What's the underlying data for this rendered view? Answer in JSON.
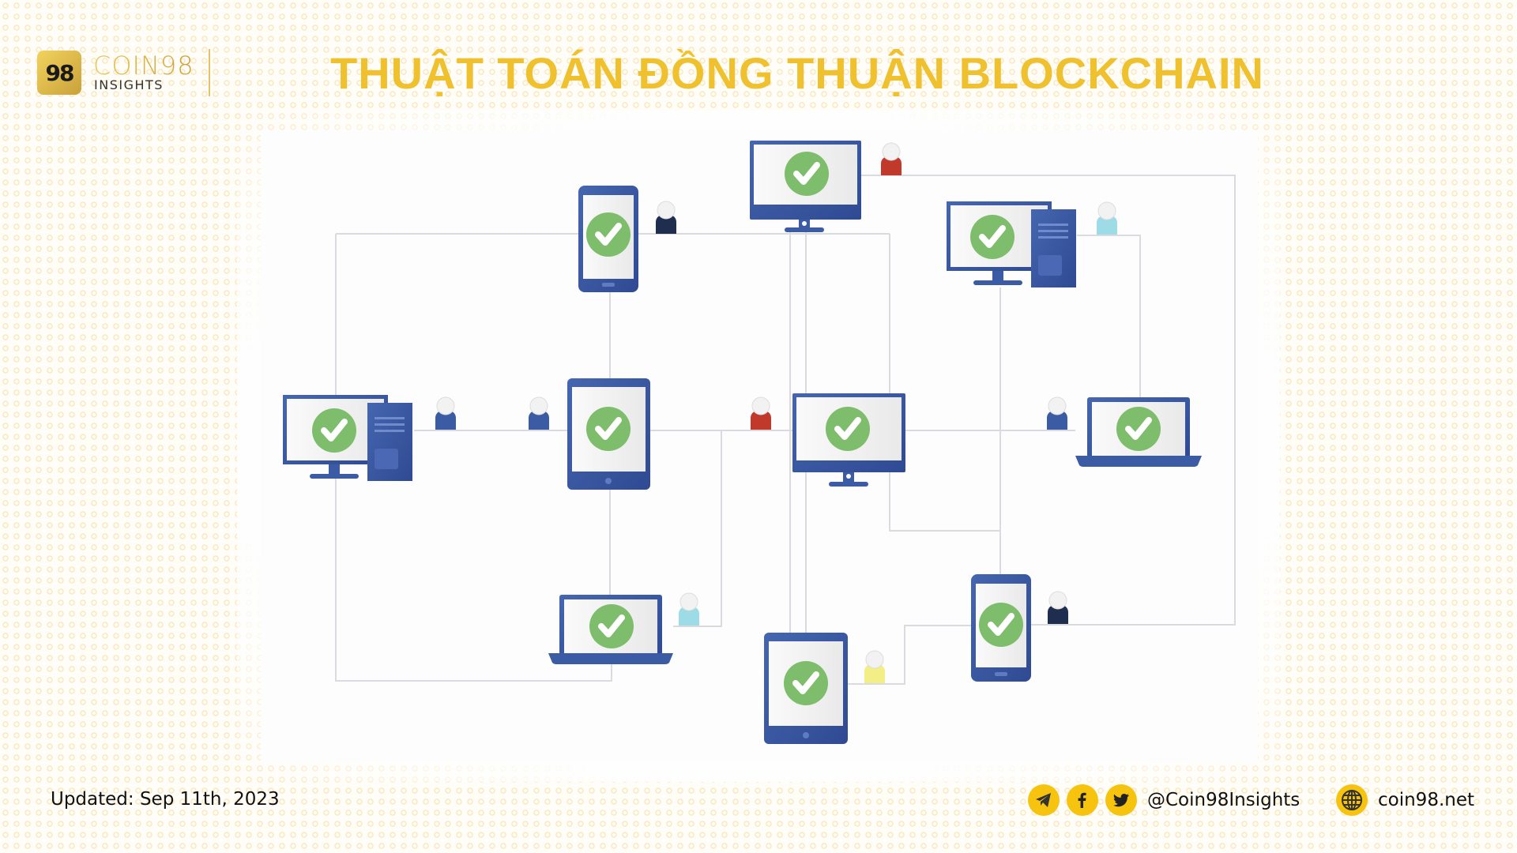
{
  "header": {
    "logo_mark": "98",
    "brand_name": "COIN98",
    "brand_sub": "INSIGHTS",
    "title": "THUẬT TOÁN ĐỒNG THUẬN BLOCKCHAIN"
  },
  "diagram": {
    "description": "Decentralized network of devices, each showing a consensus checkmark",
    "colors": {
      "device": "#3b5ba5",
      "device_dark": "#2f4a92",
      "screen": "#f4f4f4",
      "check_bg": "#7dbd6b",
      "check": "#ffffff",
      "line": "#d9dbe0"
    },
    "nodes": [
      {
        "id": "monitor-top",
        "type": "monitor",
        "icon": "check-icon"
      },
      {
        "id": "phone-top-left",
        "type": "phone",
        "icon": "check-icon"
      },
      {
        "id": "desktop-top-right",
        "type": "desktop",
        "icon": "check-icon"
      },
      {
        "id": "desktop-left",
        "type": "desktop",
        "icon": "check-icon"
      },
      {
        "id": "tablet-center",
        "type": "tablet",
        "icon": "check-icon"
      },
      {
        "id": "monitor-center",
        "type": "monitor",
        "icon": "check-icon"
      },
      {
        "id": "laptop-right",
        "type": "laptop",
        "icon": "check-icon"
      },
      {
        "id": "laptop-bottom-left",
        "type": "laptop",
        "icon": "check-icon"
      },
      {
        "id": "tablet-bottom",
        "type": "tablet",
        "icon": "check-icon"
      },
      {
        "id": "phone-bottom-right",
        "type": "phone",
        "icon": "check-icon"
      }
    ],
    "users": [
      {
        "id": "user-red-top",
        "color": "#c0392b"
      },
      {
        "id": "user-navy-top-left",
        "color": "#1f2d4f"
      },
      {
        "id": "user-cyan-top-right",
        "color": "#9ddbe6"
      },
      {
        "id": "user-blue-left-a",
        "color": "#3b5ba5"
      },
      {
        "id": "user-blue-left-b",
        "color": "#3b5ba5"
      },
      {
        "id": "user-red-center",
        "color": "#c0392b"
      },
      {
        "id": "user-blue-right",
        "color": "#3b5ba5"
      },
      {
        "id": "user-cyan-bottom-left",
        "color": "#9ddbe6"
      },
      {
        "id": "user-yellow-bottom",
        "color": "#f3ee86"
      },
      {
        "id": "user-navy-bottom-right",
        "color": "#1f2d4f"
      }
    ]
  },
  "footer": {
    "updated": "Updated: Sep 11th, 2023",
    "social_icons": [
      "telegram-icon",
      "facebook-icon",
      "twitter-icon"
    ],
    "social_handle": "@Coin98Insights",
    "website_icon": "globe-icon",
    "website": "coin98.net",
    "accent": "#f6c30f"
  }
}
